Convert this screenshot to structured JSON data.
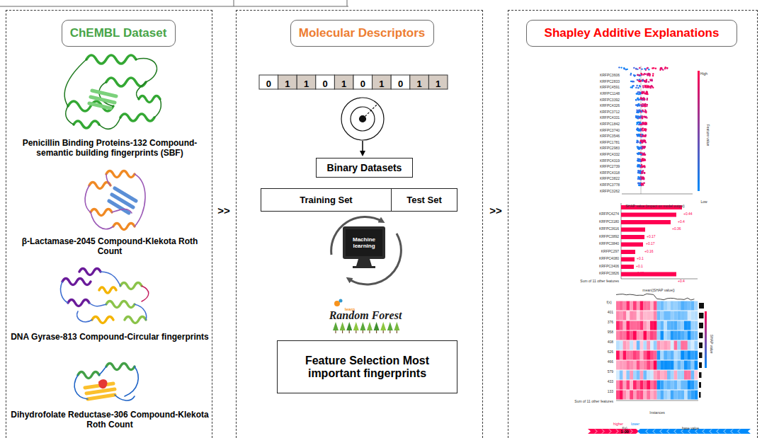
{
  "diagram": {
    "nodes": [
      {
        "text": [
          "Penicillin Binding Proteins-132 Compound-semantic building fingerprints (SBF)",
          "β-Lactamase-2045 Compound-Klekota Roth Count",
          "DNA Gyrase-813 Compound-Circular fingerprints",
          "Dihydrofolate Reductase-306 Compound-Klekota Roth Count"
        ]
      },
      {
        "text": [
          "ChEMBL Dataset"
        ],
        "in": 0
      },
      {
        "text": [
          "Random Forest"
        ]
      },
      {
        "text": [
          "Molecular Descriptors"
        ],
        "in": 2
      },
      {
        "text": [
          "Binary Datasets"
        ],
        "in": 2
      },
      {
        "text": [
          "Training Set",
          "Test Set"
        ],
        "in": 2
      },
      {
        "text": [
          "Feature Selection Most important fingerprints"
        ],
        "in": 2
      },
      {
        "text": []
      },
      {
        "text": [
          "Shapley Additive Explanations"
        ],
        "in": 7
      }
    ],
    "labels": [
      ">>",
      ">>",
      "0",
      "1",
      "1",
      "0",
      "1",
      "0",
      "1",
      "0",
      "1",
      "1",
      "Machine learning",
      "learn",
      "SHAP value (impact on model output)",
      "Feature value",
      "High",
      "Low",
      "KRFPC3606",
      "KRFPC2833",
      "KRFPC4591",
      "KRFPC1148",
      "KRFPC3392",
      "KRFPC4326",
      "KRFPC3712",
      "KRFPC4331",
      "KRFPC1842",
      "KRFPC3740",
      "KRFPC3546",
      "KRFPC1781",
      "KRFPC2983",
      "KRFPC4332",
      "KRFPC4319",
      "KRFPC2739",
      "KRFPC4318",
      "KRFPC3822",
      "KRFPC3778",
      "KRFPC3262",
      "KRFPC4274",
      "KRFPC3180",
      "KRFPC3616",
      "KRFPC3892",
      "KRFPC3840",
      "KRFPC297",
      "KRFPC4080",
      "KRFPC3406",
      "KRFPC3826",
      "Sum of 11 other features",
      "+0.44",
      "+0.4",
      "+0.36",
      "+0.17",
      "+0.17",
      "+0.16",
      "+0.1",
      "+0.1",
      "+0.09",
      "+0.4",
      "mean(|SHAP value|)",
      "f(x)",
      "401",
      "376",
      "958",
      "408",
      "626",
      "466",
      "579",
      "433",
      "133",
      "Sum of 11 other features",
      "Instances",
      "SHAP value",
      "higher",
      "lower",
      "f(x)",
      "1.00",
      "base value"
    ]
  }
}
